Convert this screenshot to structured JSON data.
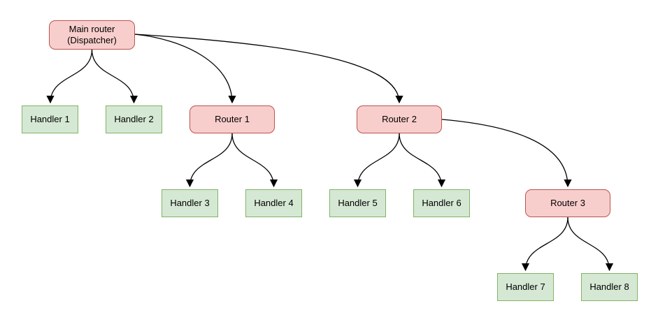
{
  "diagram": {
    "type": "routing-tree",
    "colors": {
      "background": "#ffffff",
      "router_fill": "#f8cecc",
      "router_border": "#b85450",
      "handler_fill": "#d5e8d4",
      "handler_border": "#82b366",
      "edge_stroke": "#000000",
      "text": "#000000"
    },
    "nodes": {
      "main_router": {
        "label": "Main router\n(Dispatcher)",
        "kind": "router"
      },
      "handler_1": {
        "label": "Handler 1",
        "kind": "handler"
      },
      "handler_2": {
        "label": "Handler 2",
        "kind": "handler"
      },
      "router_1": {
        "label": "Router 1",
        "kind": "router"
      },
      "router_2": {
        "label": "Router 2",
        "kind": "router"
      },
      "handler_3": {
        "label": "Handler 3",
        "kind": "handler"
      },
      "handler_4": {
        "label": "Handler 4",
        "kind": "handler"
      },
      "handler_5": {
        "label": "Handler 5",
        "kind": "handler"
      },
      "handler_6": {
        "label": "Handler 6",
        "kind": "handler"
      },
      "router_3": {
        "label": "Router 3",
        "kind": "router"
      },
      "handler_7": {
        "label": "Handler 7",
        "kind": "handler"
      },
      "handler_8": {
        "label": "Handler 8",
        "kind": "handler"
      }
    },
    "edges": [
      {
        "from": "main_router",
        "to": "handler_1"
      },
      {
        "from": "main_router",
        "to": "handler_2"
      },
      {
        "from": "main_router",
        "to": "router_1"
      },
      {
        "from": "main_router",
        "to": "router_2"
      },
      {
        "from": "router_1",
        "to": "handler_3"
      },
      {
        "from": "router_1",
        "to": "handler_4"
      },
      {
        "from": "router_2",
        "to": "handler_5"
      },
      {
        "from": "router_2",
        "to": "handler_6"
      },
      {
        "from": "router_2",
        "to": "router_3"
      },
      {
        "from": "router_3",
        "to": "handler_7"
      },
      {
        "from": "router_3",
        "to": "handler_8"
      }
    ]
  }
}
